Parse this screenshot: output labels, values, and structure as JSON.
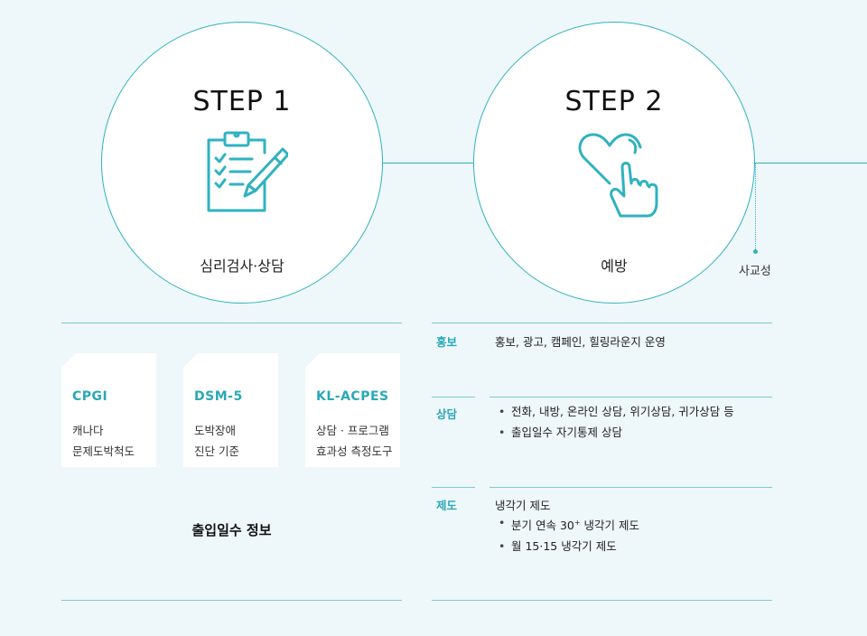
{
  "steps": [
    {
      "title": "STEP 1",
      "label": "심리검사·상담",
      "icon": "clipboard-pencil-icon"
    },
    {
      "title": "STEP 2",
      "label": "예방",
      "icon": "heart-hand-icon"
    }
  ],
  "side_label": "사교성",
  "cards": [
    {
      "title": "CPGI",
      "lines": [
        "캐나다",
        "문제도박척도"
      ]
    },
    {
      "title": "DSM-5",
      "lines": [
        "도박장애",
        "진단 기준"
      ]
    },
    {
      "title": "KL-ACPES",
      "lines": [
        "상담 · 프로그램",
        "효과성 측정도구"
      ]
    }
  ],
  "info_title": "출입일수 정보",
  "table": {
    "hongbo": {
      "key": "홍보",
      "text": "홍보, 광고, 캠페인, 힐링라운지 운영"
    },
    "sangdam": {
      "key": "상담",
      "items": [
        "전화, 내방, 온라인 상담, 위기상담, 귀가상담 등",
        "출입일수 자기통제 상담"
      ]
    },
    "jedo": {
      "key": "제도",
      "text": "냉각기 제도",
      "item1_prefix": "분기 연속 30",
      "item1_sup": "+",
      "item1_suffix": " 냉각기 제도",
      "item2": "월 15·15 냉각기 제도"
    }
  },
  "colors": {
    "accent": "#2fb2c0",
    "background": "#eef7f9",
    "card": "#ffffff"
  }
}
